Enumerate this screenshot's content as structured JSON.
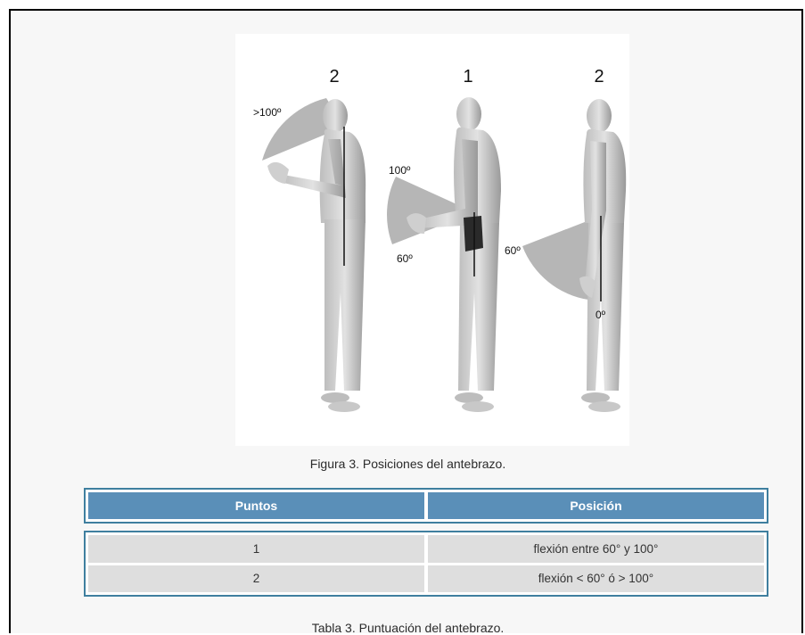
{
  "figure": {
    "scores": [
      "2",
      "1",
      "2"
    ],
    "angles": {
      "fig1_top": ">100º",
      "fig2_top": "100º",
      "fig2_bottom": "60º",
      "fig3_top": "60º",
      "fig3_bottom": "0º"
    },
    "caption": "Figura 3. Posiciones del antebrazo."
  },
  "table": {
    "headers": [
      "Puntos",
      "Posición"
    ],
    "rows": [
      [
        "1",
        "flexión entre 60° y 100°"
      ],
      [
        "2",
        "flexión < 60° ó > 100°"
      ]
    ],
    "caption": "Tabla 3. Puntuación del antebrazo."
  },
  "colors": {
    "header_bg": "#5a8fb8",
    "table_border": "#3f7f9f",
    "cell_bg": "#dedede"
  }
}
